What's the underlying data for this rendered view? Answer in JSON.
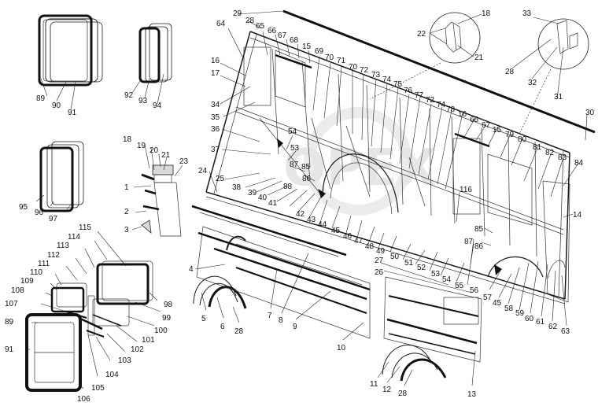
{
  "watermark": "OPEX",
  "labels": {
    "l1": "1",
    "l2": "2",
    "l3": "3",
    "l4": "4",
    "l5": "5",
    "l6": "6",
    "l7": "7",
    "l8": "8",
    "l9": "9",
    "l10": "10",
    "l11": "11",
    "l12": "12",
    "l13": "13",
    "l14": "14",
    "l15": "15",
    "l16": "16",
    "l17": "17",
    "l18": "18",
    "l19": "19",
    "l20": "20",
    "l21": "21",
    "l22": "22",
    "l23": "23",
    "l24": "24",
    "l25": "25",
    "l26": "26",
    "l27": "27",
    "l28": "28",
    "l29": "29",
    "l30": "30",
    "l31": "31",
    "l32": "32",
    "l33": "33",
    "l34": "34",
    "l35": "35",
    "l36": "36",
    "l37": "37",
    "l38": "38",
    "l39": "39",
    "l40": "40",
    "l41": "41",
    "l42": "42",
    "l43": "43",
    "l44": "44",
    "l45": "45",
    "l46": "46",
    "l47": "47",
    "l48": "48",
    "l49": "49",
    "l50": "50",
    "l51": "51",
    "l52": "52",
    "l53": "53",
    "l54": "54",
    "l55": "55",
    "l56": "56",
    "l57": "57",
    "l58": "58",
    "l59": "59",
    "l60": "60",
    "l61": "61",
    "l62": "62",
    "l63": "63",
    "l64": "64",
    "l65": "65",
    "l66": "66",
    "l67": "67",
    "l68": "68",
    "l69": "69",
    "l70": "70",
    "l71": "71",
    "l72": "72",
    "l73": "73",
    "l74": "74",
    "l75": "75",
    "l76": "76",
    "l77": "77",
    "l78": "78",
    "l79": "79",
    "l80": "80",
    "l81": "81",
    "l82": "82",
    "l83": "83",
    "l84": "84",
    "l85": "85",
    "l86": "86",
    "l87": "87",
    "l88": "88",
    "l89": "89",
    "l90": "90",
    "l91": "91",
    "l92": "92",
    "l93": "93",
    "l94": "94",
    "l95": "95",
    "l96": "96",
    "l97": "97",
    "l98": "98",
    "l99": "99",
    "l100": "100",
    "l101": "101",
    "l102": "102",
    "l103": "103",
    "l104": "104",
    "l105": "105",
    "l106": "106",
    "l107": "107",
    "l108": "108",
    "l109": "109",
    "l110": "110",
    "l111": "111",
    "l112": "112",
    "l113": "113",
    "l114": "114",
    "l115": "115",
    "l116": "116"
  }
}
